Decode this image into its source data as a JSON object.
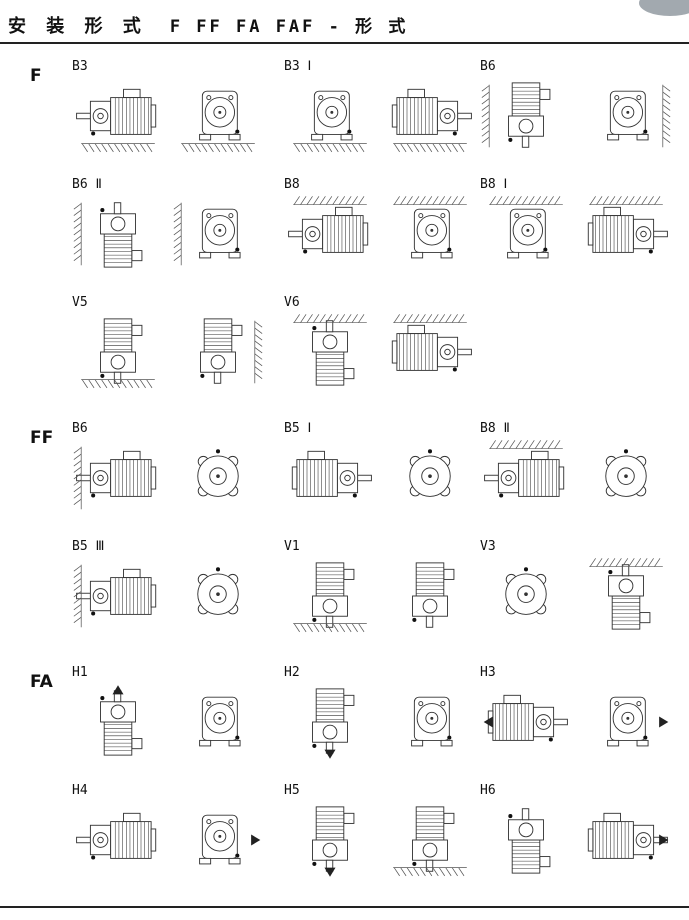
{
  "colors": {
    "ink": "#1a1a1a",
    "line": "#333333",
    "hatch": "#555555"
  },
  "header": {
    "title_cn": "安 装 形 式",
    "title_forms": "F FF FA FAF - 形 式"
  },
  "sections": [
    {
      "series": "F",
      "rows": [
        {
          "cells": [
            {
              "label": "B3",
              "views": [
                {
                  "icon": "motor-side",
                  "hatch": "floor"
                },
                {
                  "icon": "gear-front",
                  "hatch": "floor"
                }
              ]
            },
            {
              "label": "B3 Ⅰ",
              "views": [
                {
                  "icon": "gear-front",
                  "hatch": "floor"
                },
                {
                  "icon": "motor-side-mirrored",
                  "hatch": "floor"
                }
              ]
            },
            {
              "label": "B6",
              "views": [
                {
                  "icon": "motor-vertical-shaft-down",
                  "hatch": "wall-l"
                },
                {
                  "icon": "gear-front",
                  "hatch": "wall-r"
                }
              ]
            }
          ]
        },
        {
          "cells": [
            {
              "label": "B6 Ⅱ",
              "views": [
                {
                  "icon": "motor-vertical-shaft-up",
                  "hatch": "wall-l"
                },
                {
                  "icon": "gear-front",
                  "hatch": "wall-l"
                }
              ]
            },
            {
              "label": "B8",
              "views": [
                {
                  "icon": "motor-side",
                  "hatch": "ceil"
                },
                {
                  "icon": "gear-front",
                  "hatch": "ceil"
                }
              ]
            },
            {
              "label": "B8 Ⅰ",
              "views": [
                {
                  "icon": "gear-front",
                  "hatch": "ceil"
                },
                {
                  "icon": "motor-side-mirrored",
                  "hatch": "ceil"
                }
              ]
            }
          ]
        },
        {
          "cells": [
            {
              "label": "V5",
              "views": [
                {
                  "icon": "motor-vertical-shaft-down",
                  "hatch": "floor"
                },
                {
                  "icon": "motor-vertical-shaft-down",
                  "hatch": "wall-r"
                }
              ]
            },
            {
              "label": "V6",
              "views": [
                {
                  "icon": "motor-vertical-shaft-up",
                  "hatch": "ceil"
                },
                {
                  "icon": "motor-side-mirrored",
                  "hatch": "ceil"
                }
              ]
            }
          ]
        }
      ]
    },
    {
      "series": "FF",
      "rows": [
        {
          "cells": [
            {
              "label": "B6",
              "views": [
                {
                  "icon": "motor-side",
                  "hatch": "wall-l"
                },
                {
                  "icon": "flange-front",
                  "hatch": "none"
                }
              ]
            },
            {
              "label": "B5 Ⅰ",
              "views": [
                {
                  "icon": "motor-side-mirrored",
                  "hatch": "none"
                },
                {
                  "icon": "flange-front",
                  "hatch": "none"
                }
              ]
            },
            {
              "label": "B8 Ⅱ",
              "views": [
                {
                  "icon": "motor-side",
                  "hatch": "ceil"
                },
                {
                  "icon": "flange-front",
                  "hatch": "none"
                }
              ]
            }
          ]
        },
        {
          "cells": [
            {
              "label": "B5 Ⅲ",
              "views": [
                {
                  "icon": "motor-side",
                  "hatch": "wall-l"
                },
                {
                  "icon": "flange-front",
                  "hatch": "none"
                }
              ]
            },
            {
              "label": "V1",
              "views": [
                {
                  "icon": "motor-vertical-shaft-down",
                  "hatch": "floor"
                },
                {
                  "icon": "motor-vertical-shaft-down",
                  "hatch": "none"
                }
              ]
            },
            {
              "label": "V3",
              "views": [
                {
                  "icon": "flange-front",
                  "hatch": "none"
                },
                {
                  "icon": "motor-vertical-shaft-up",
                  "hatch": "ceil"
                }
              ]
            }
          ]
        }
      ]
    },
    {
      "series": "FA",
      "rows": [
        {
          "cells": [
            {
              "label": "H1",
              "views": [
                {
                  "icon": "motor-vertical-shaft-up",
                  "hatch": "none",
                  "marker": "tri-t"
                },
                {
                  "icon": "gear-front",
                  "hatch": "none"
                }
              ]
            },
            {
              "label": "H2",
              "views": [
                {
                  "icon": "motor-vertical-shaft-down",
                  "hatch": "none",
                  "marker": "tri-b"
                },
                {
                  "icon": "gear-front",
                  "hatch": "none"
                }
              ]
            },
            {
              "label": "H3",
              "views": [
                {
                  "icon": "motor-side-mirrored",
                  "hatch": "none",
                  "marker": "tri-l"
                },
                {
                  "icon": "gear-front",
                  "hatch": "none",
                  "marker": "tri-r"
                }
              ]
            }
          ]
        },
        {
          "cells": [
            {
              "label": "H4",
              "views": [
                {
                  "icon": "motor-side",
                  "hatch": "none"
                },
                {
                  "icon": "gear-front",
                  "hatch": "none",
                  "marker": "tri-r"
                }
              ]
            },
            {
              "label": "H5",
              "views": [
                {
                  "icon": "motor-vertical-shaft-down",
                  "hatch": "none",
                  "marker": "tri-b"
                },
                {
                  "icon": "motor-vertical-shaft-down",
                  "hatch": "floor"
                }
              ]
            },
            {
              "label": "H6",
              "views": [
                {
                  "icon": "motor-vertical-shaft-up",
                  "hatch": "none"
                },
                {
                  "icon": "motor-side-mirrored",
                  "hatch": "none",
                  "marker": "tri-r"
                }
              ]
            }
          ]
        }
      ]
    }
  ]
}
